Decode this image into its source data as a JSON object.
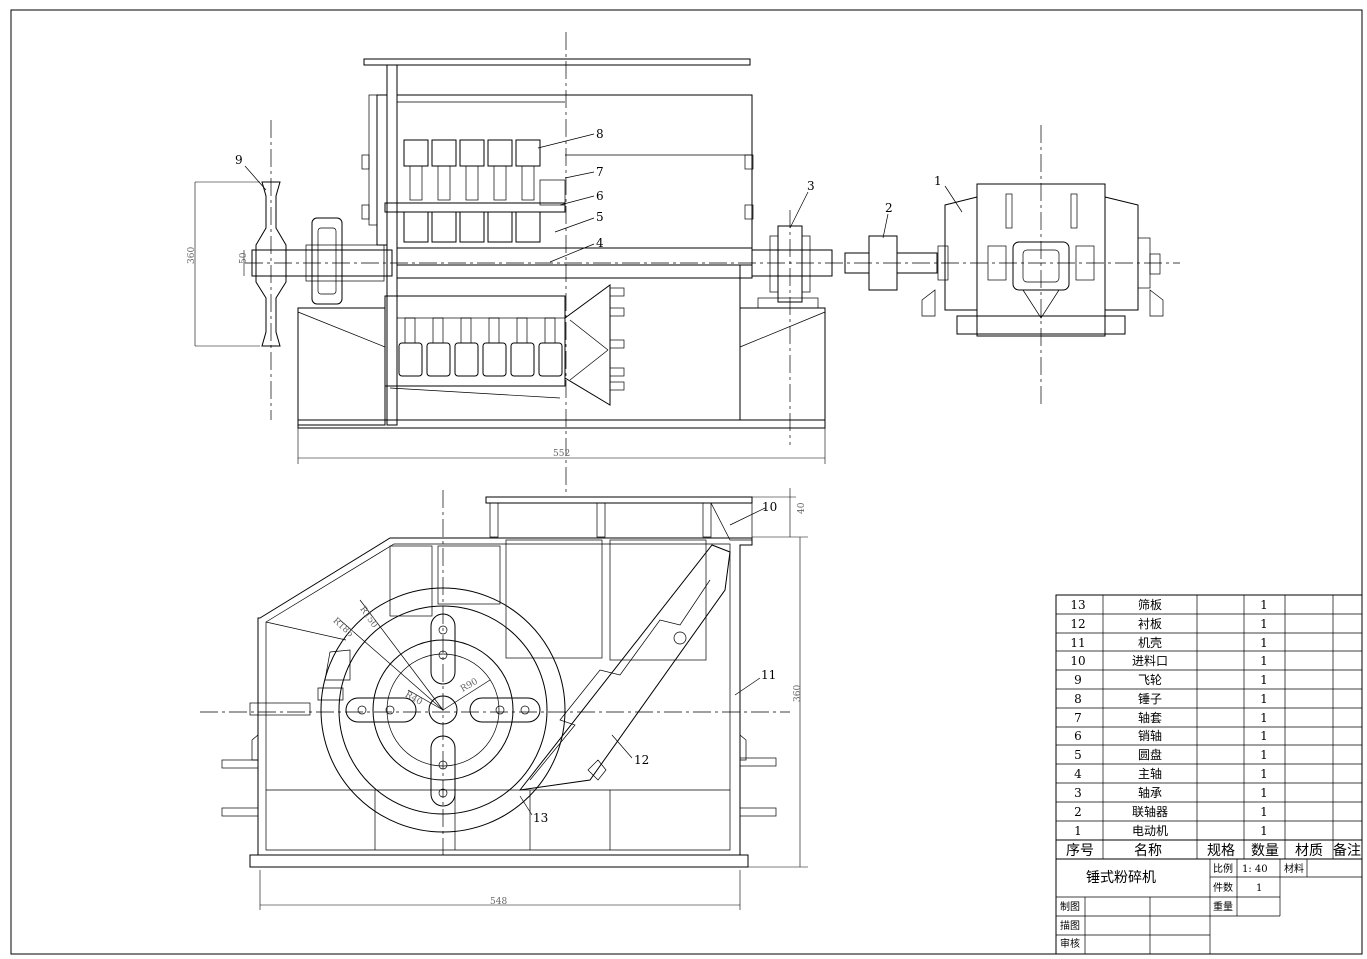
{
  "drawing": {
    "title": "锤式粉碎机",
    "dimensions": {
      "flywheel_height": "360",
      "shaft_dia": "50",
      "overall_length_top": "552",
      "overall_length_bottom": "548",
      "inlet_height": "40",
      "machine_height": "360",
      "rotor_radius_outer": "R185",
      "rotor_radius_mid": "R150",
      "rotor_radius_inner": "R40",
      "disc_radius": "R90"
    },
    "callouts_top": [
      "1",
      "2",
      "3",
      "4",
      "5",
      "6",
      "7",
      "8",
      "9"
    ],
    "callouts_bottom": [
      "10",
      "11",
      "12",
      "13"
    ]
  },
  "bom": {
    "headers": {
      "no": "序号",
      "name": "名称",
      "spec": "规格",
      "qty": "数量",
      "material": "材质",
      "note": "备注"
    },
    "rows": [
      {
        "no": "13",
        "name": "筛板",
        "qty": "1"
      },
      {
        "no": "12",
        "name": "衬板",
        "qty": "1"
      },
      {
        "no": "11",
        "name": "机壳",
        "qty": "1"
      },
      {
        "no": "10",
        "name": "进料口",
        "qty": "1"
      },
      {
        "no": "9",
        "name": "飞轮",
        "qty": "1"
      },
      {
        "no": "8",
        "name": "锤子",
        "qty": "1"
      },
      {
        "no": "7",
        "name": "轴套",
        "qty": "1"
      },
      {
        "no": "6",
        "name": "销轴",
        "qty": "1"
      },
      {
        "no": "5",
        "name": "圆盘",
        "qty": "1"
      },
      {
        "no": "4",
        "name": "主轴",
        "qty": "1"
      },
      {
        "no": "3",
        "name": "轴承",
        "qty": "1"
      },
      {
        "no": "2",
        "name": "联轴器",
        "qty": "1"
      },
      {
        "no": "1",
        "name": "电动机",
        "qty": "1"
      }
    ]
  },
  "title_block": {
    "scale_label": "比例",
    "scale_value": "1: 40",
    "material_label": "材料",
    "count_label": "件数",
    "count_value": "1",
    "weight_label": "重量",
    "drawn_label": "制图",
    "traced_label": "描图",
    "checked_label": "审核"
  }
}
